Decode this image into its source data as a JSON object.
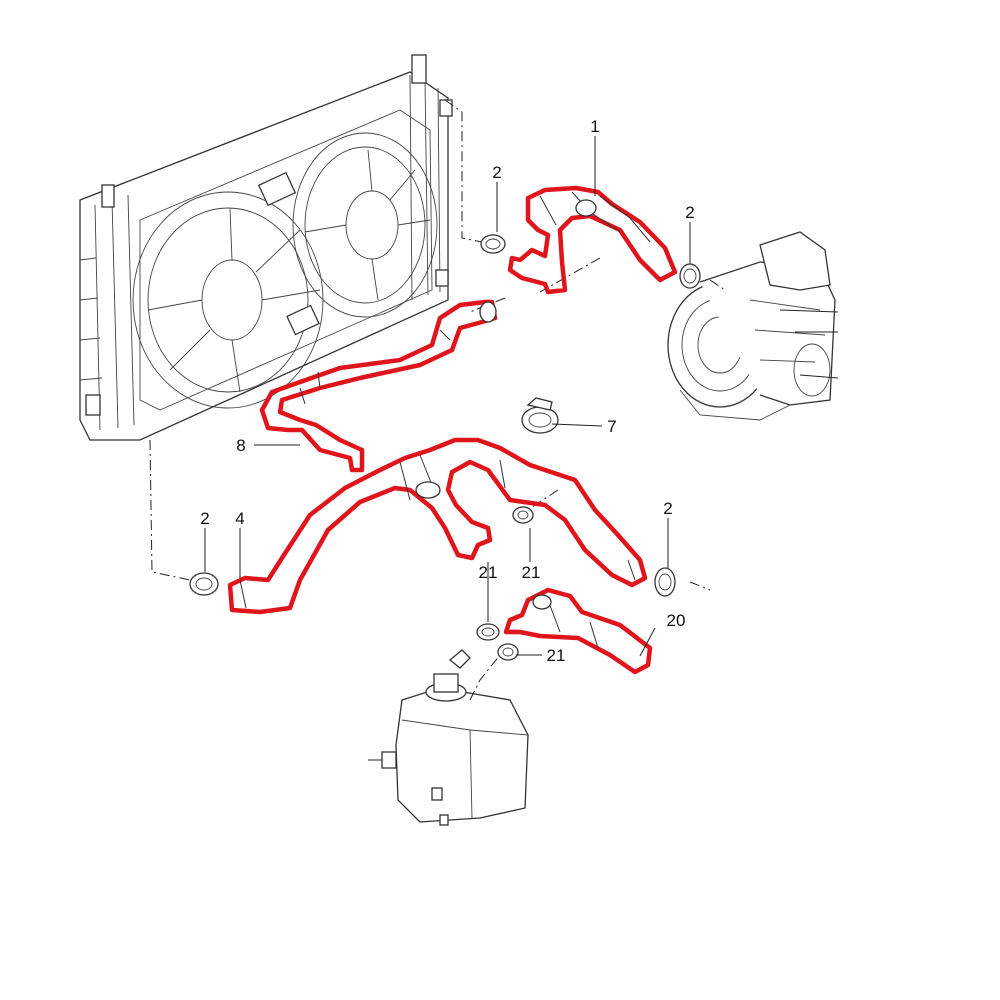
{
  "diagram": {
    "colors": {
      "highlight": "#e0141b",
      "linework": "#333333",
      "background": "#ffffff"
    },
    "callouts": [
      {
        "id": "c1",
        "text": "1"
      },
      {
        "id": "c2a",
        "text": "2"
      },
      {
        "id": "c2b",
        "text": "2"
      },
      {
        "id": "c2c",
        "text": "2"
      },
      {
        "id": "c2d",
        "text": "2"
      },
      {
        "id": "c4",
        "text": "4"
      },
      {
        "id": "c7",
        "text": "7"
      },
      {
        "id": "c8",
        "text": "8"
      },
      {
        "id": "c20",
        "text": "20"
      },
      {
        "id": "c21a",
        "text": "21"
      },
      {
        "id": "c21b",
        "text": "21"
      },
      {
        "id": "c21c",
        "text": "21"
      }
    ]
  }
}
